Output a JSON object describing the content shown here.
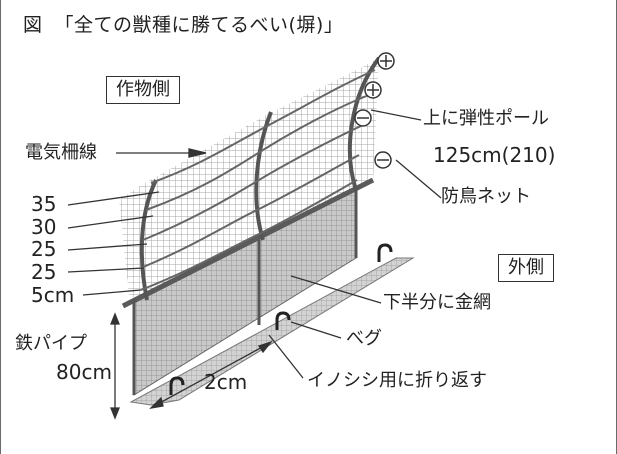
{
  "title": {
    "figure_mark": "図",
    "text": "「全ての獣種に勝てるべい(塀)」"
  },
  "labels": {
    "inside_side": "作物側",
    "outside_side": "外側",
    "electric_wire": "電気柵線",
    "upper_pole": "上に弾性ポール",
    "pole_length": "125cm(210)",
    "bird_net": "防鳥ネット",
    "lower_wire_mesh": "下半分に金網",
    "peg": "べグ",
    "iron_pipe": "鉄パイプ",
    "pipe_height": "80cm",
    "fold_width": "2cm",
    "fold_back": "イノシシ用に折り返す"
  },
  "wire_heights": [
    "35",
    "30",
    "25",
    "25",
    "5cm"
  ],
  "polarity": {
    "plus": "⊕",
    "minus": "⊖"
  },
  "colors": {
    "mesh": "#9a9a9a",
    "frame": "#555555",
    "text": "#222222"
  }
}
